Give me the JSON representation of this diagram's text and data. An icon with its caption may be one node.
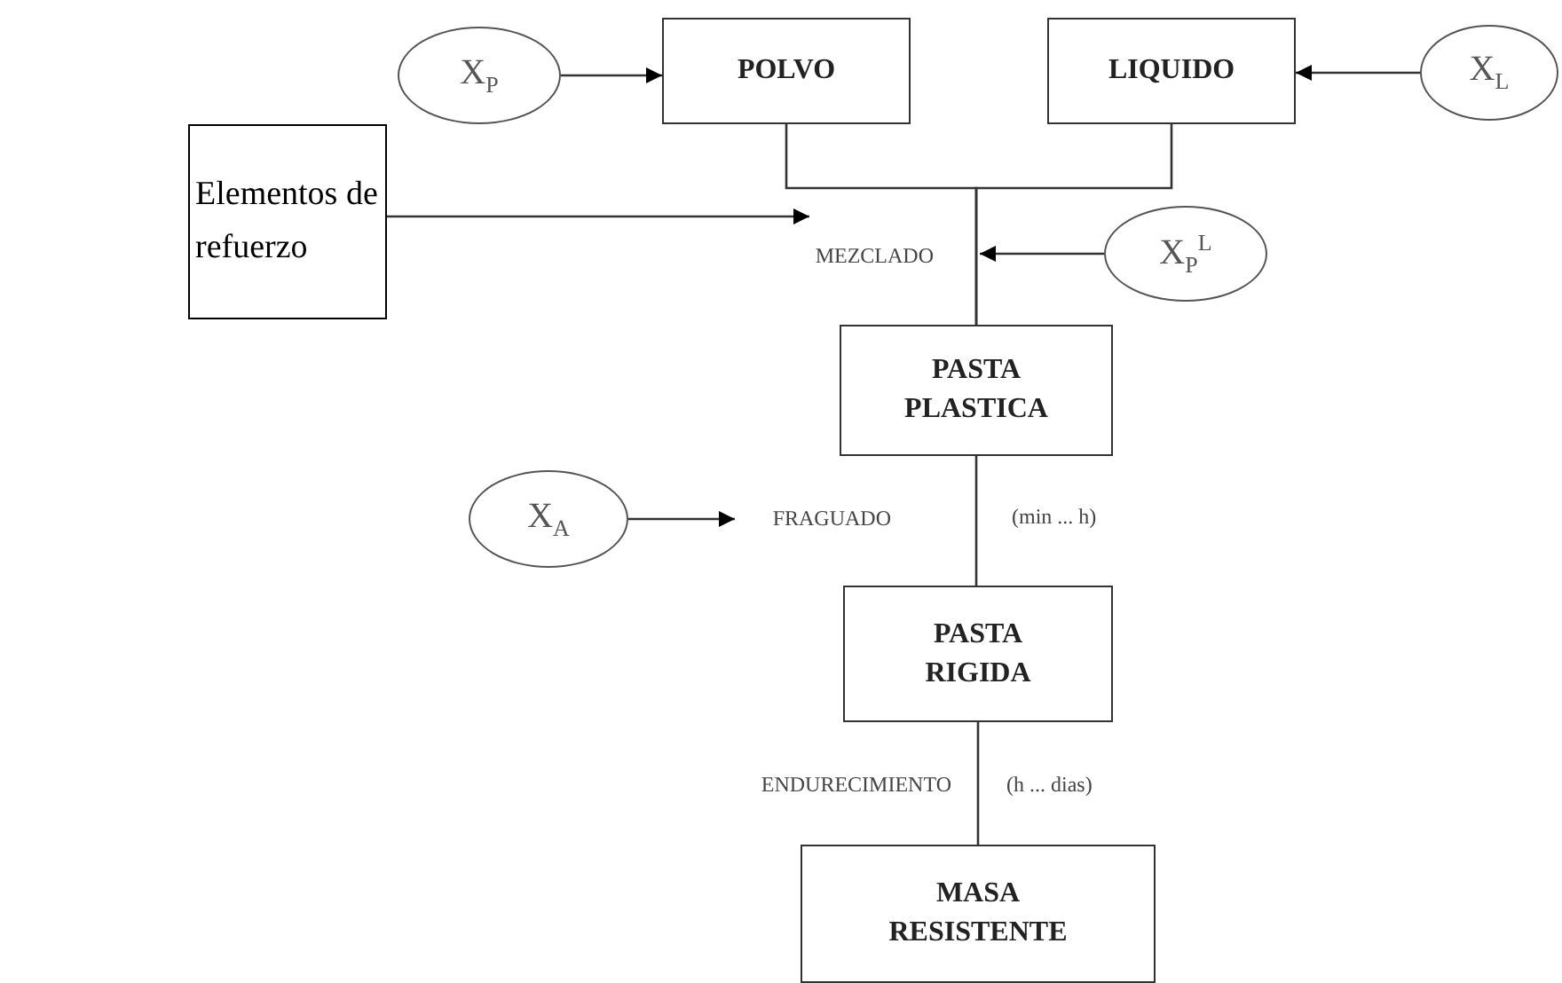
{
  "diagram": {
    "nodes": [
      {
        "text": [
          "X$_{P}$"
        ]
      },
      {
        "text": [
          "POLVO"
        ]
      },
      {
        "text": [
          "LIQUIDO"
        ]
      },
      {
        "text": [
          "X$_{L}$"
        ]
      },
      {
        "text": [
          "Elementos de refuerzo"
        ]
      },
      {
        "text": [
          "X$_{P}$$^{L}$"
        ]
      },
      {
        "text": [
          "MEZCLADO"
        ]
      },
      {
        "text": [
          "PASTA PLASTICA"
        ]
      },
      {
        "text": [
          "X$_{A}$"
        ]
      },
      {
        "text": [
          "FRAGUADO"
        ]
      },
      {
        "text": [
          "PASTA RIGIDA"
        ]
      },
      {
        "text": [
          "MASA RESISTENTE"
        ]
      }
    ],
    "edges": [
      {
        "from": 0,
        "to": 1,
        "arrow": "to"
      },
      {
        "from": 3,
        "to": 2,
        "arrow": "to"
      },
      {
        "from": 1,
        "to": 7,
        "arrow": "none"
      },
      {
        "from": 2,
        "to": 7,
        "arrow": "none"
      },
      {
        "from": 4,
        "to": 6,
        "arrow": "to"
      },
      {
        "from": 5,
        "to": 6,
        "arrow": "to"
      },
      {
        "from": 8,
        "to": 9,
        "arrow": "to"
      },
      {
        "from": 7,
        "to": 10,
        "arrow": "none"
      },
      {
        "from": 10,
        "to": 11,
        "arrow": "none"
      }
    ],
    "labels": [
      "(min ... h)",
      "ENDURECIMIENTO",
      "(h ... dias)"
    ]
  }
}
